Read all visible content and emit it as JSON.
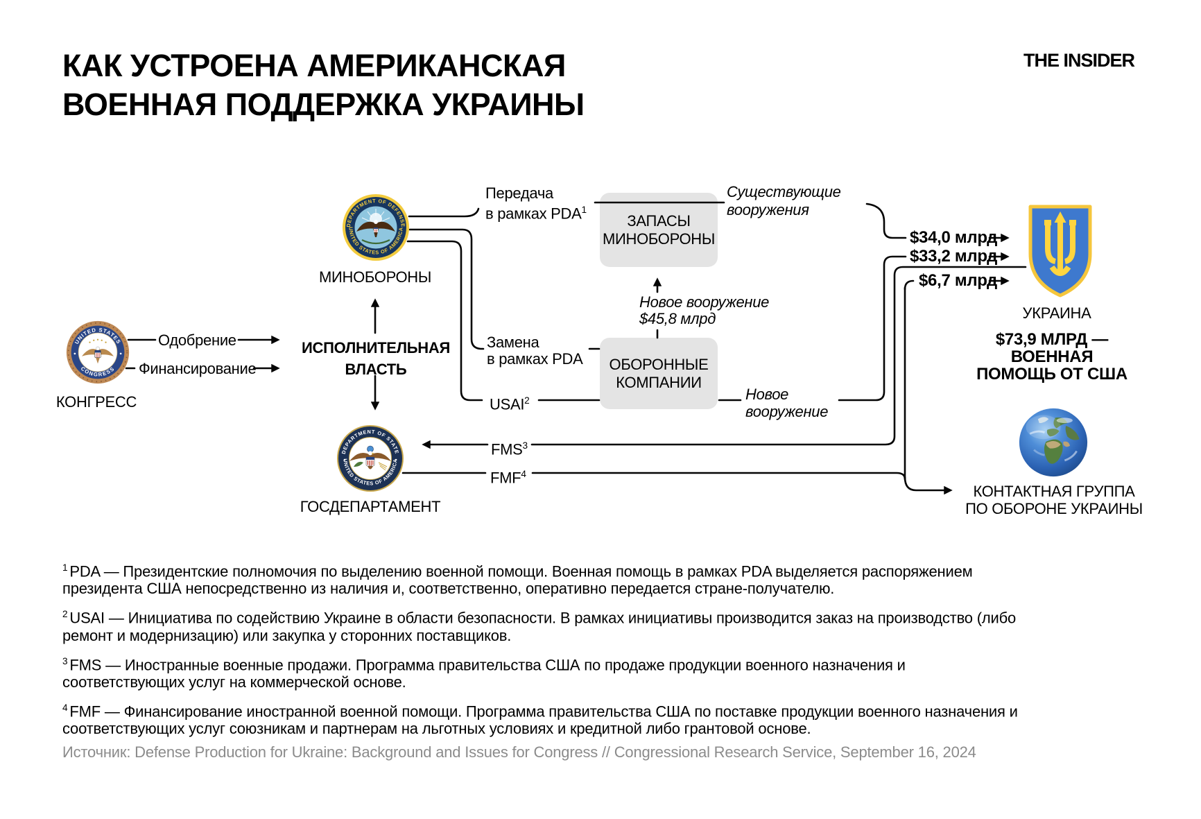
{
  "header": {
    "title_line1": "КАК УСТРОЕНА АМЕРИКАНСКАЯ",
    "title_line2": "ВОЕННАЯ ПОДДЕРЖКА УКРАИНЫ",
    "brand": "THE INSIDER"
  },
  "colors": {
    "box_gray": "#E4E4E4",
    "line_black": "#050505",
    "source_gray": "#8B8B8B",
    "ukraine_blue": "#3E79CE",
    "ukraine_yellow": "#FFD53F",
    "seal_navy": "#1B3560",
    "seal_gold": "#F2CB3E"
  },
  "seals": {
    "congress": {
      "ring_top": "UNITED STATES",
      "ring_bottom": "CONGRESS"
    },
    "dod": {
      "ring_top": "DEPARTMENT OF DEFENSE",
      "ring_bottom": "UNITED STATES OF AMERICA"
    },
    "state": {
      "ring_top": "DEPARTMENT OF STATE",
      "ring_bottom": "UNITED STATES OF AMERICA"
    }
  },
  "nodes": {
    "congress": {
      "label": "КОНГРЕСС"
    },
    "executive": {
      "line1": "ИСПОЛНИТЕЛЬНАЯ",
      "line2": "ВЛАСТЬ"
    },
    "defense_ministry": {
      "label": "МИНОБОРОНЫ"
    },
    "state_department": {
      "label": "ГОСДЕПАРТАМЕНТ"
    },
    "dod_stocks": {
      "line1": "ЗАПАСЫ",
      "line2": "МИНОБОРОНЫ"
    },
    "defense_companies": {
      "line1": "ОБОРОННЫЕ",
      "line2": "КОМПАНИИ"
    },
    "ukraine": {
      "label": "УКРАИНА",
      "total_line1": "$73,9 МЛРД —",
      "total_line2": "ВОЕННАЯ",
      "total_line3": "ПОМОЩЬ ОТ США"
    },
    "contact_group": {
      "line1": "КОНТАКТНАЯ ГРУППА",
      "line2": "ПО ОБОРОНЕ УКРАИНЫ"
    }
  },
  "edges": {
    "approval": "Одобрение",
    "financing": "Финансирование",
    "pda_transfer": {
      "line1": "Передача",
      "line2": "в рамках PDA",
      "sup": "1"
    },
    "pda_replacement": {
      "line1": "Замена",
      "line2": "в рамках PDA"
    },
    "usai": {
      "label": "USAI",
      "sup": "2"
    },
    "fms": {
      "label": "FMS",
      "sup": "3"
    },
    "fmf": {
      "label": "FMF",
      "sup": "4"
    },
    "existing_weapons": {
      "line1": "Существующие",
      "line2": "вооружения"
    },
    "new_weapons_to_stocks": {
      "line1": "Новое вооружение",
      "line2": "$45,8 млрд"
    },
    "new_weapons": {
      "line1": "Новое",
      "line2": "вооружение"
    },
    "amount_pda": "$34,0 млрд",
    "amount_usai": "$33,2 млрд",
    "amount_fmf": "$6,7 млрд"
  },
  "footnotes": [
    {
      "sup": "1",
      "text": "PDA — Президентские полномочия по выделению военной помощи. Военная помощь в рамках PDA выделяется распоряжением президента США непосредственно из наличия и, соответственно, оперативно передается стране-получателю."
    },
    {
      "sup": "2",
      "text": "USAI — Инициатива по содействию Украине в области безопасности. В рамках инициативы производится заказ на производство (либо ремонт и модернизацию) или закупка у сторонних поставщиков."
    },
    {
      "sup": "3",
      "text": "FMS — Иностранные военные продажи. Программа правительства США по продаже продукции военного назначения и соответствующих услуг на коммерческой основе."
    },
    {
      "sup": "4",
      "text": "FMF — Финансирование иностранной военной помощи. Программа правительства США по поставке продукции военного назначения и соответствующих услуг союзникам и партнерам на льготных условиях и кредитной либо грантовой основе."
    }
  ],
  "source": "Источник: Defense Production for Ukraine: Background and Issues for Congress // Congressional Research Service, September 16, 2024"
}
